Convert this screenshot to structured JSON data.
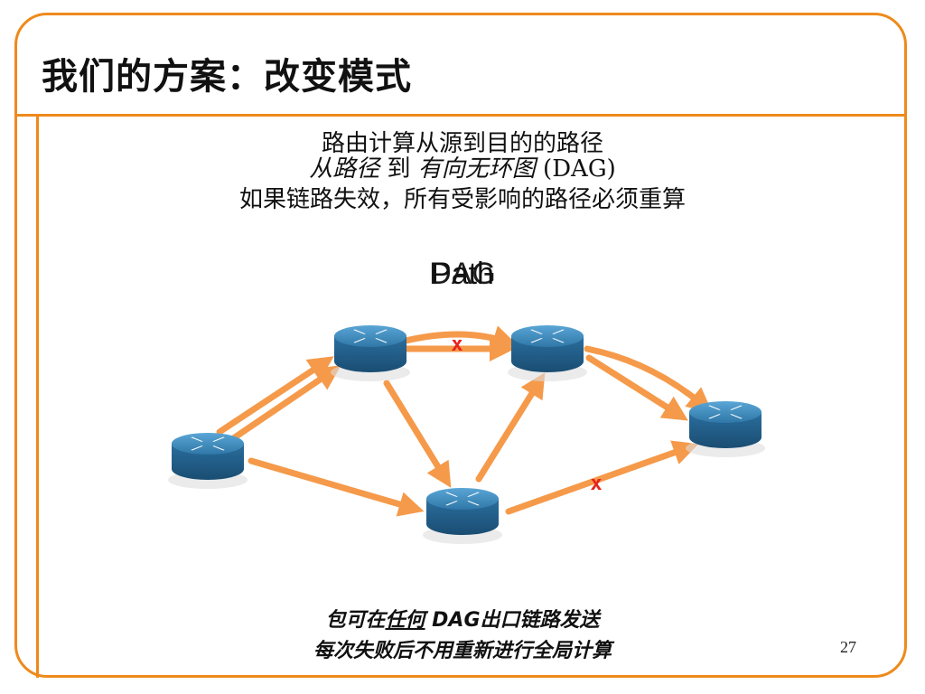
{
  "title": "我们的方案：改变模式",
  "lines": {
    "line1": "路由计算从源到目的的路径",
    "line2_a": "从路径",
    "line2_b": " 到 ",
    "line2_c": "有向无环图",
    "line2_d": " (DAG)",
    "line3": "如果链路失效，所有受影响的路径必须重算"
  },
  "overlay_labels": [
    "Path",
    "DAG"
  ],
  "failure_marks": [
    "x",
    "x"
  ],
  "bottom": {
    "line1_a": "包可在",
    "line1_b": "任何",
    "line1_c": " DAG出口链路发送",
    "line2": "每次失败后不用重新进行全局计算"
  },
  "page_number": "27",
  "colors": {
    "frame": "#ee8a1c",
    "arrow": "#f59a4a",
    "router_top": "#3d86b8",
    "router_side": "#1f5f8c",
    "failure": "#e8231c"
  }
}
